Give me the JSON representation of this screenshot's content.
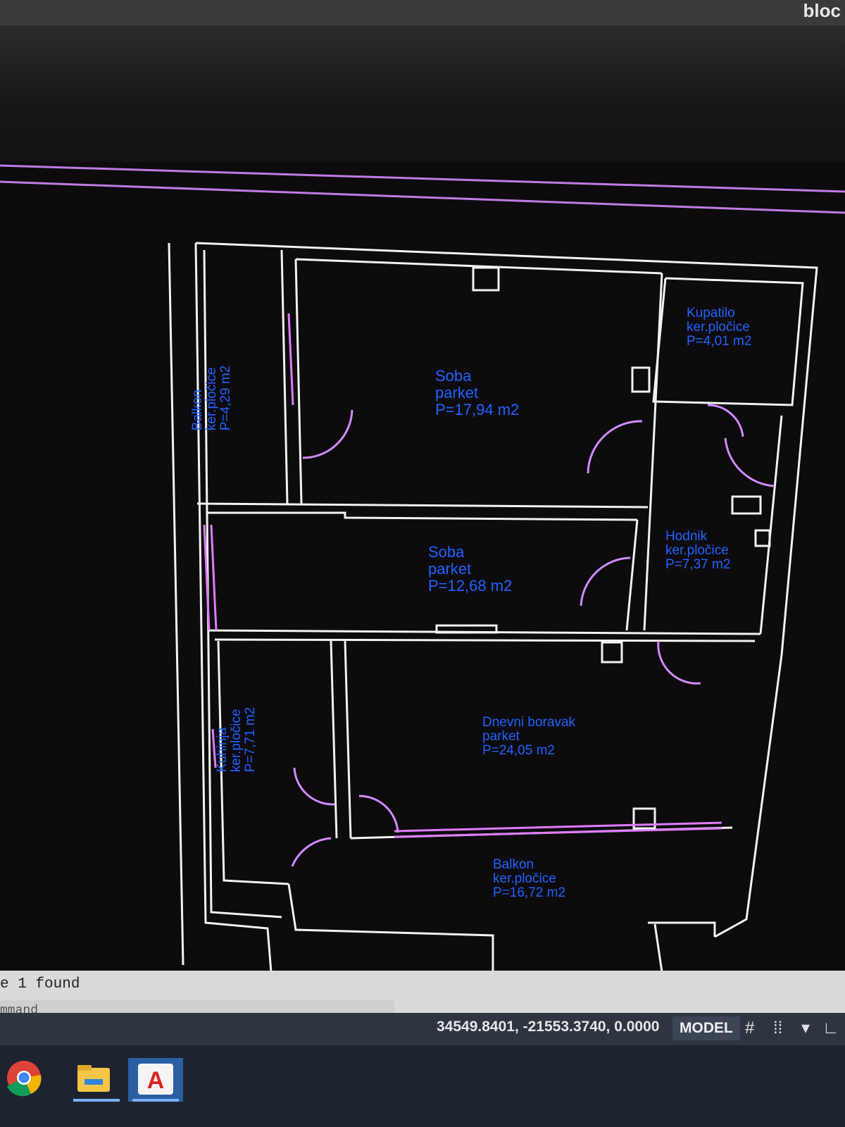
{
  "toolbar": {
    "corner_text": "bloc"
  },
  "rooms": [
    {
      "id": "soba1",
      "name": "Soba",
      "floor": "parket",
      "area": "P=17,94 m2"
    },
    {
      "id": "soba2",
      "name": "Soba",
      "floor": "parket",
      "area": "P=12,68 m2"
    },
    {
      "id": "kupatilo",
      "name": "Kupatilo",
      "floor": "ker.pločice",
      "area": "P=4,01 m2"
    },
    {
      "id": "hodnik",
      "name": "Hodnik",
      "floor": "ker.pločice",
      "area": "P=7,37 m2"
    },
    {
      "id": "dnevni",
      "name": "Dnevni boravak",
      "floor": "parket",
      "area": "P=24,05 m2"
    },
    {
      "id": "balkon1",
      "name": "Balkon",
      "floor": "ker.pločice",
      "area": "P=4,29 m2"
    },
    {
      "id": "kuhinja",
      "name": "Kuhinja",
      "floor": "ker.pločice",
      "area": "P=7,71 m2"
    },
    {
      "id": "balkon2",
      "name": "Balkon",
      "floor": "ker.pločice",
      "area": "P=16,72 m2"
    }
  ],
  "command": {
    "history": "e 1 found",
    "prompt": "mmand"
  },
  "status": {
    "coordinates": "34549.8401, -21553.3740, 0.0000",
    "space": "MODEL",
    "icons": [
      "grid-icon",
      "snap-icon",
      "dropdown-icon",
      "ortho-icon"
    ]
  },
  "taskbar": {
    "items": [
      "chrome-icon",
      "file-explorer-icon",
      "autocad-icon"
    ]
  },
  "colors": {
    "wall": "#f2f2f2",
    "door": "#d28aff",
    "window": "#e07bff",
    "text": "#1f62ff",
    "accent": "#ff9a3a"
  }
}
